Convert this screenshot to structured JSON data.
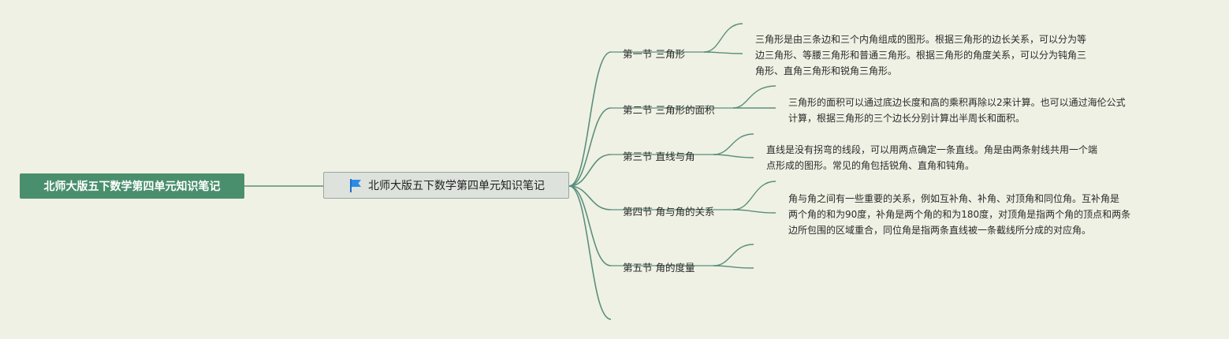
{
  "root": {
    "label": "北师大版五下数学第四单元知识笔记"
  },
  "center": {
    "label": "北师大版五下数学第四单元知识笔记",
    "icon": "flag-icon"
  },
  "colors": {
    "root_bg": "#4a8f6d",
    "line": "#5a8f7d",
    "background": "#eff1e4"
  },
  "sections": [
    {
      "title": "第一节 三角形",
      "lines": [
        "三角形是由三条边和三个内角组成的图形。根据三角形的边长关系，可以分为等",
        "边三角形、等腰三角形和普通三角形。根据三角形的角度关系，可以分为钝角三",
        "角形、直角三角形和锐角三角形。"
      ]
    },
    {
      "title": "第二节 三角形的面积",
      "lines": [
        "三角形的面积可以通过底边长度和高的乘积再除以2来计算。也可以通过海伦公式",
        "计算，根据三角形的三个边长分别计算出半周长和面积。"
      ]
    },
    {
      "title": "第三节 直线与角",
      "lines": [
        "直线是没有拐弯的线段，可以用两点确定一条直线。角是由两条射线共用一个端",
        "点形成的图形。常见的角包括锐角、直角和钝角。"
      ]
    },
    {
      "title": "第四节 角与角的关系",
      "lines": [
        "角与角之间有一些重要的关系，例如互补角、补角、对顶角和同位角。互补角是",
        "两个角的和为90度，补角是两个角的和为180度，对顶角是指两个角的顶点和两条",
        "边所包围的区域重合，同位角是指两条直线被一条截线所分成的对应角。"
      ]
    },
    {
      "title": "第五节 角的度量",
      "lines": []
    }
  ]
}
